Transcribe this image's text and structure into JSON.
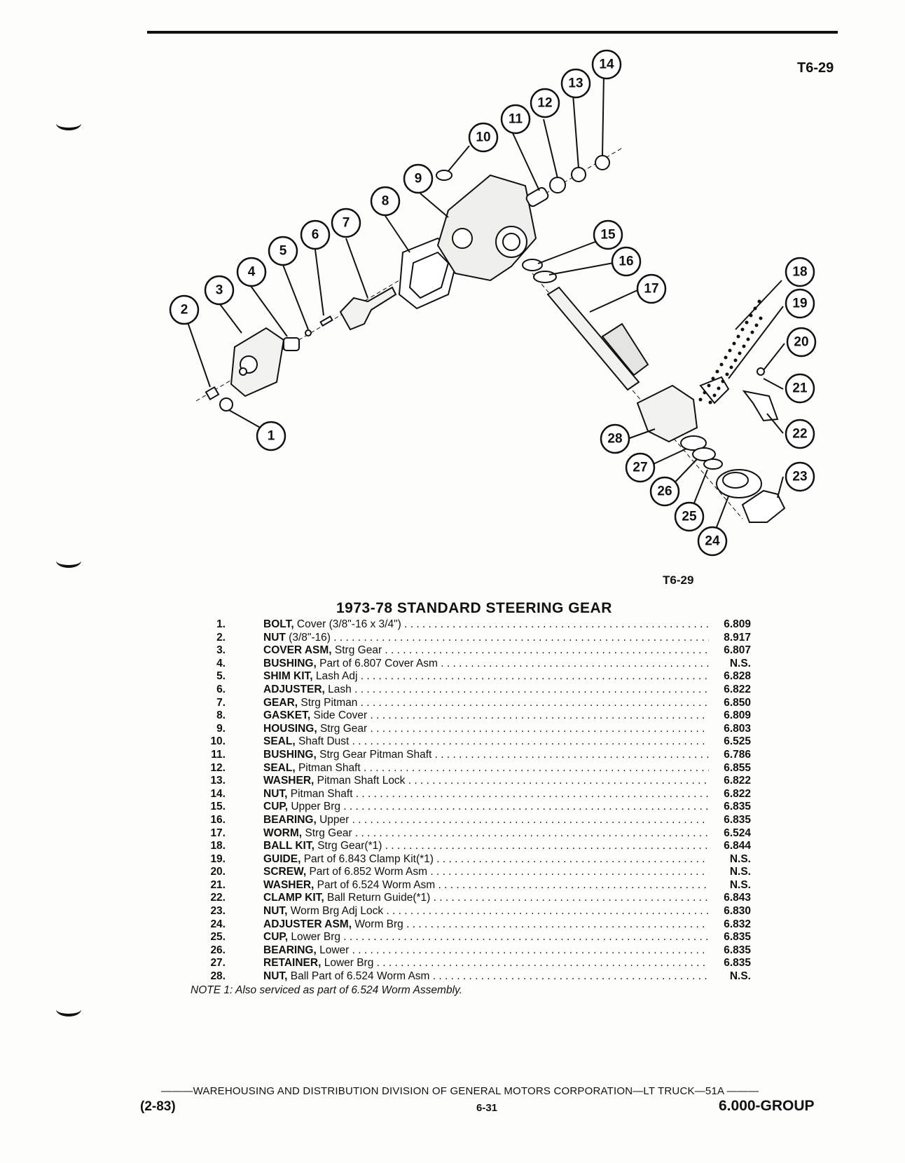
{
  "header": {
    "code": "T6-29"
  },
  "figure": {
    "code": "T6-29",
    "callouts": [
      "1",
      "2",
      "3",
      "4",
      "5",
      "6",
      "7",
      "8",
      "9",
      "10",
      "11",
      "12",
      "13",
      "14",
      "15",
      "16",
      "17",
      "18",
      "19",
      "20",
      "21",
      "22",
      "23",
      "24",
      "25",
      "26",
      "27",
      "28"
    ]
  },
  "parts_table": {
    "title": "1973-78 STANDARD STEERING GEAR",
    "rows": [
      {
        "num": "1.",
        "name": "BOLT,",
        "desc": " Cover (3/8\"-16 x 3/4\")",
        "group": "6.809"
      },
      {
        "num": "2.",
        "name": "NUT",
        "desc": " (3/8\"-16)",
        "group": "8.917"
      },
      {
        "num": "3.",
        "name": "COVER ASM,",
        "desc": " Strg Gear",
        "group": "6.807"
      },
      {
        "num": "4.",
        "name": "BUSHING,",
        "desc": " Part of 6.807 Cover Asm",
        "group": "N.S."
      },
      {
        "num": "5.",
        "name": "SHIM KIT,",
        "desc": " Lash Adj",
        "group": "6.828"
      },
      {
        "num": "6.",
        "name": "ADJUSTER,",
        "desc": " Lash",
        "group": "6.822"
      },
      {
        "num": "7.",
        "name": "GEAR,",
        "desc": " Strg Pitman",
        "group": "6.850"
      },
      {
        "num": "8.",
        "name": "GASKET,",
        "desc": " Side Cover",
        "group": "6.809"
      },
      {
        "num": "9.",
        "name": "HOUSING,",
        "desc": " Strg Gear",
        "group": "6.803"
      },
      {
        "num": "10.",
        "name": "SEAL,",
        "desc": " Shaft Dust",
        "group": "6.525"
      },
      {
        "num": "11.",
        "name": "BUSHING,",
        "desc": " Strg Gear Pitman Shaft",
        "group": "6.786"
      },
      {
        "num": "12.",
        "name": "SEAL,",
        "desc": " Pitman Shaft",
        "group": "6.855"
      },
      {
        "num": "13.",
        "name": "WASHER,",
        "desc": " Pitman Shaft Lock",
        "group": "6.822"
      },
      {
        "num": "14.",
        "name": "NUT,",
        "desc": " Pitman Shaft",
        "group": "6.822"
      },
      {
        "num": "15.",
        "name": "CUP,",
        "desc": " Upper Brg",
        "group": "6.835"
      },
      {
        "num": "16.",
        "name": "BEARING,",
        "desc": " Upper",
        "group": "6.835"
      },
      {
        "num": "17.",
        "name": "WORM,",
        "desc": " Strg Gear",
        "group": "6.524"
      },
      {
        "num": "18.",
        "name": "BALL KIT,",
        "desc": " Strg Gear(*1)",
        "group": "6.844"
      },
      {
        "num": "19.",
        "name": "GUIDE,",
        "desc": " Part of 6.843 Clamp Kit(*1)",
        "group": "N.S."
      },
      {
        "num": "20.",
        "name": "SCREW,",
        "desc": " Part of 6.852 Worm Asm",
        "group": "N.S."
      },
      {
        "num": "21.",
        "name": "WASHER,",
        "desc": " Part of 6.524 Worm Asm",
        "group": "N.S."
      },
      {
        "num": "22.",
        "name": "CLAMP KIT,",
        "desc": " Ball Return Guide(*1)",
        "group": "6.843"
      },
      {
        "num": "23.",
        "name": "NUT,",
        "desc": " Worm Brg Adj Lock",
        "group": "6.830"
      },
      {
        "num": "24.",
        "name": "ADJUSTER ASM,",
        "desc": " Worm Brg",
        "group": "6.832"
      },
      {
        "num": "25.",
        "name": "CUP,",
        "desc": " Lower Brg",
        "group": "6.835"
      },
      {
        "num": "26.",
        "name": "BEARING,",
        "desc": " Lower",
        "group": "6.835"
      },
      {
        "num": "27.",
        "name": "RETAINER,",
        "desc": " Lower Brg",
        "group": "6.835"
      },
      {
        "num": "28.",
        "name": "NUT,",
        "desc": " Ball Part of 6.524 Worm Asm",
        "group": "N.S."
      }
    ],
    "note": "NOTE 1: Also serviced as part of 6.524 Worm Assembly."
  },
  "footer": {
    "line": "———WAREHOUSING AND DISTRIBUTION  DIVISION OF GENERAL MOTORS CORPORATION—LT TRUCK—51A  ———",
    "date": "(2-83)",
    "page": "6-31",
    "group": "6.000-GROUP"
  }
}
